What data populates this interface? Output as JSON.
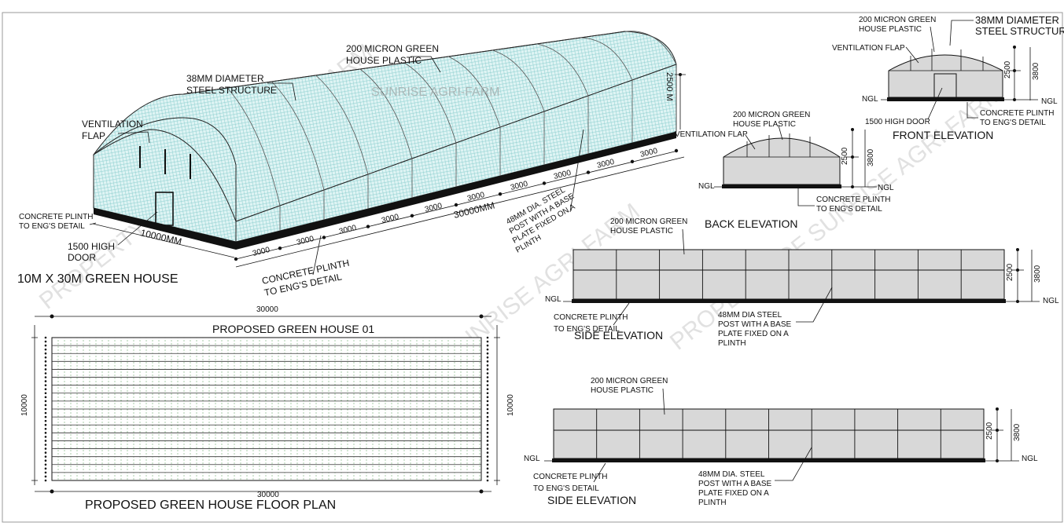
{
  "iso": {
    "ventilation": [
      "VENTILATION",
      "FLAP"
    ],
    "steel": [
      "38MM DIAMETER",
      "STEEL STRUCTURE"
    ],
    "plastic": [
      "200 MICRON GREEN",
      "HOUSE PLASTIC"
    ],
    "watermark_center": "SUNRISE AGRI-FARM",
    "height_dim": "2500 M",
    "concrete_left": [
      "CONCRETE PLINTH",
      "TO ENG'S DETAIL"
    ],
    "door": [
      "1500 HIGH",
      "DOOR"
    ],
    "width_dim": "10000MM",
    "length_dim": "30000MM",
    "bay": "3000",
    "post": [
      "48MM DIA. STEEL",
      "POST WITH A BASE",
      "PLATE FIXED ON A",
      "PLINTH"
    ],
    "concrete_bottom": [
      "CONCRETE PLINTH",
      "TO ENG'S DETAIL"
    ],
    "title": "10M X 30M GREEN HOUSE"
  },
  "front": {
    "plastic": [
      "200 MICRON GREEN",
      "HOUSE PLASTIC"
    ],
    "steel": [
      "38MM DIAMETER",
      "STEEL STRUCTUR"
    ],
    "ventilation": "VENTILATION FLAP",
    "h1": "2500",
    "h2": "3800",
    "ngl": "NGL",
    "door": "1500 HIGH DOOR",
    "concrete": [
      "CONCRETE PLINTH",
      "TO ENG'S DETAIL"
    ],
    "title": "FRONT ELEVATION"
  },
  "back": {
    "plastic": [
      "200 MICRON GREEN",
      "HOUSE PLASTIC"
    ],
    "ventilation": "VENTILATION FLAP",
    "h1": "2500",
    "h2": "3800",
    "ngl": "NGL",
    "concrete": [
      "CONCRETE PLINTH",
      "TO ENG'S DETAIL"
    ],
    "title": "BACK ELEVATION"
  },
  "side1": {
    "plastic": [
      "200 MICRON GREEN",
      "HOUSE PLASTIC"
    ],
    "h1": "2500",
    "h2": "3800",
    "ngl": "NGL",
    "concrete": [
      "CONCRETE PLINTH",
      "TO ENG'S DETAIL"
    ],
    "post": [
      "48MM DIA STEEL",
      "POST WITH A BASE",
      "PLATE FIXED ON A",
      "PLINTH"
    ],
    "title": "SIDE ELEVATION"
  },
  "side2": {
    "plastic": [
      "200 MICRON GREEN",
      "HOUSE PLASTIC"
    ],
    "h1": "2500",
    "h2": "3800",
    "ngl": "NGL",
    "concrete": [
      "CONCRETE PLINTH",
      "TO ENG'S DETAIL"
    ],
    "post": [
      "48MM DIA. STEEL",
      "POST WITH A BASE",
      "PLATE FIXED ON A",
      "PLINTH"
    ],
    "title": "SIDE ELEVATION"
  },
  "plan": {
    "dim_top": "30000",
    "dim_bottom": "30000",
    "dim_left": "10000",
    "dim_right": "10000",
    "name": "PROPOSED GREEN HOUSE 01",
    "title": "PROPOSED GREEN HOUSE FLOOR PLAN"
  },
  "watermarks": [
    "PROPERTY OF SUNRISE AGRI FARM",
    "PROPERTY OF SUNRISE AGRI FARM",
    "PROPERTY OF SUNRISE AGRI FARM"
  ],
  "colors": {
    "greenhouse_fill": "#d9f3f3",
    "elevation_fill": "#d8d8d8",
    "line": "#111111"
  }
}
